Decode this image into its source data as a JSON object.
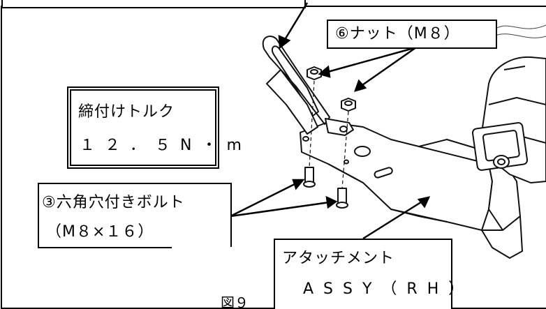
{
  "callouts": {
    "nut": "⑥ナット（M８）",
    "torque_line1": "締付けトルク",
    "torque_line2": "１２．５N・m",
    "bolt_line1": "③六角穴付きボルト",
    "bolt_line2": "（M８×１６）",
    "assy_line1": "アタッチメント",
    "assy_line2": "ASSY（RH）"
  },
  "figure_label": "図９"
}
